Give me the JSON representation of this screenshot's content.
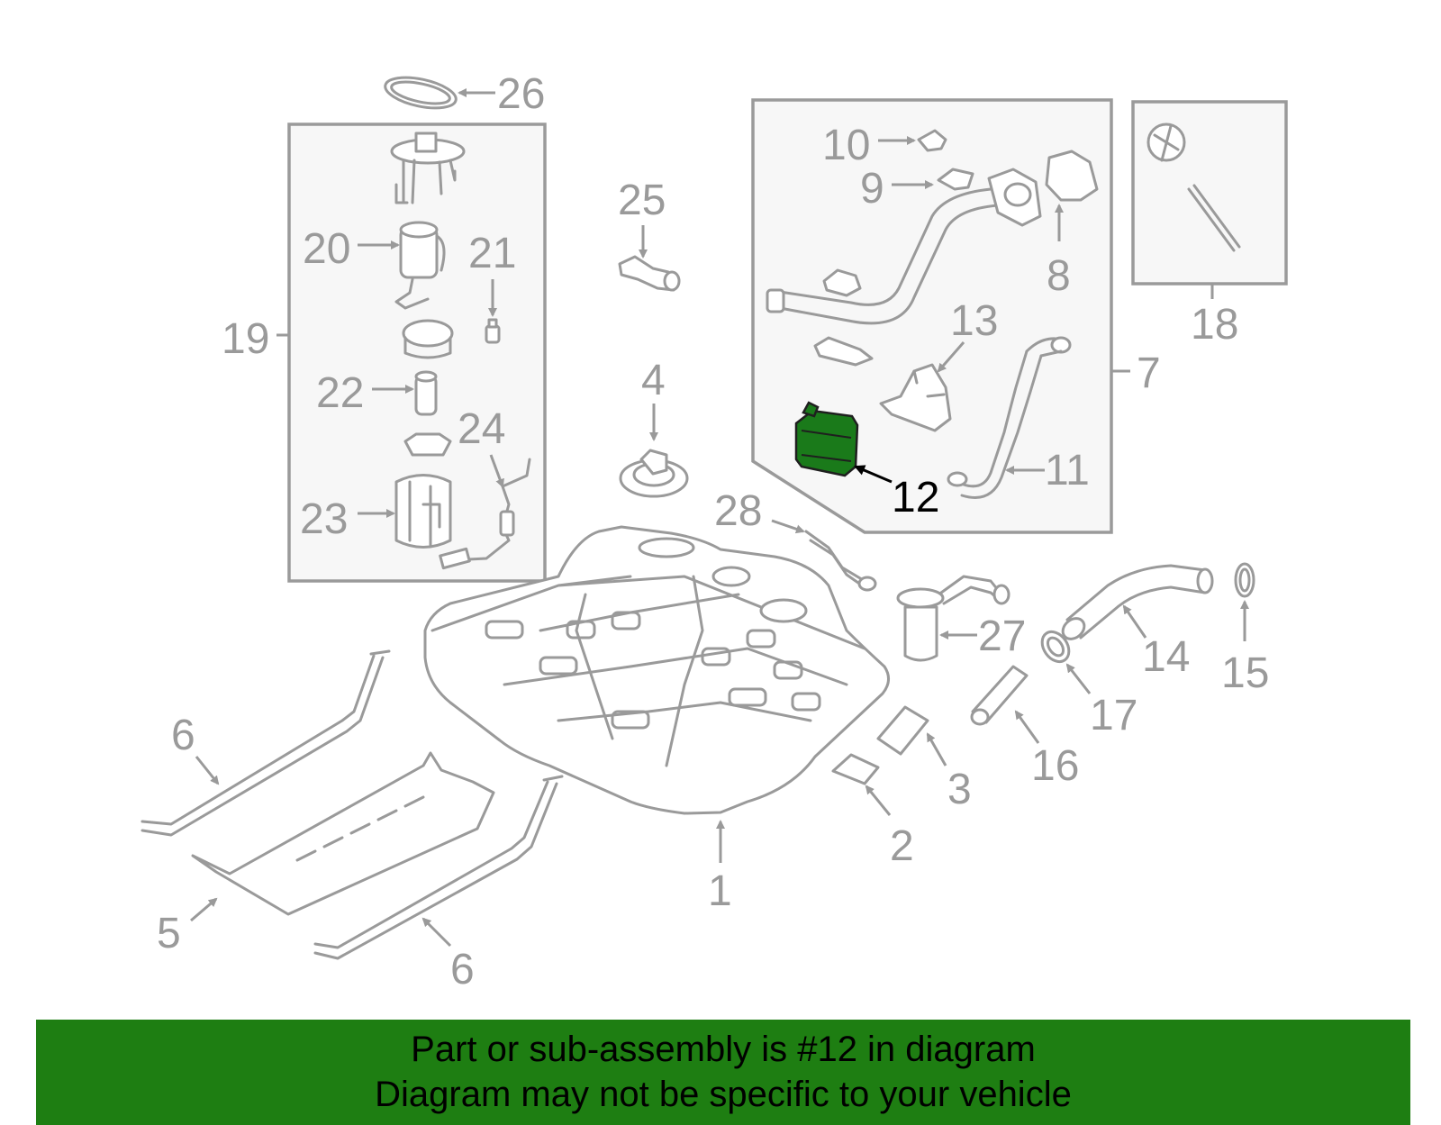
{
  "diagram": {
    "highlighted_part": "12",
    "highlight_color": "#1a7a1a",
    "line_color": "#9a9a9a",
    "callouts": [
      "1",
      "2",
      "3",
      "4",
      "5",
      "6",
      "6",
      "7",
      "8",
      "9",
      "10",
      "11",
      "12",
      "13",
      "14",
      "15",
      "16",
      "17",
      "18",
      "19",
      "20",
      "21",
      "22",
      "23",
      "24",
      "25",
      "26",
      "27",
      "28"
    ]
  },
  "banner": {
    "line1": "Part or sub-assembly is #12 in diagram",
    "line2": "Diagram may not be specific to your vehicle",
    "background": "#1e7e12"
  }
}
